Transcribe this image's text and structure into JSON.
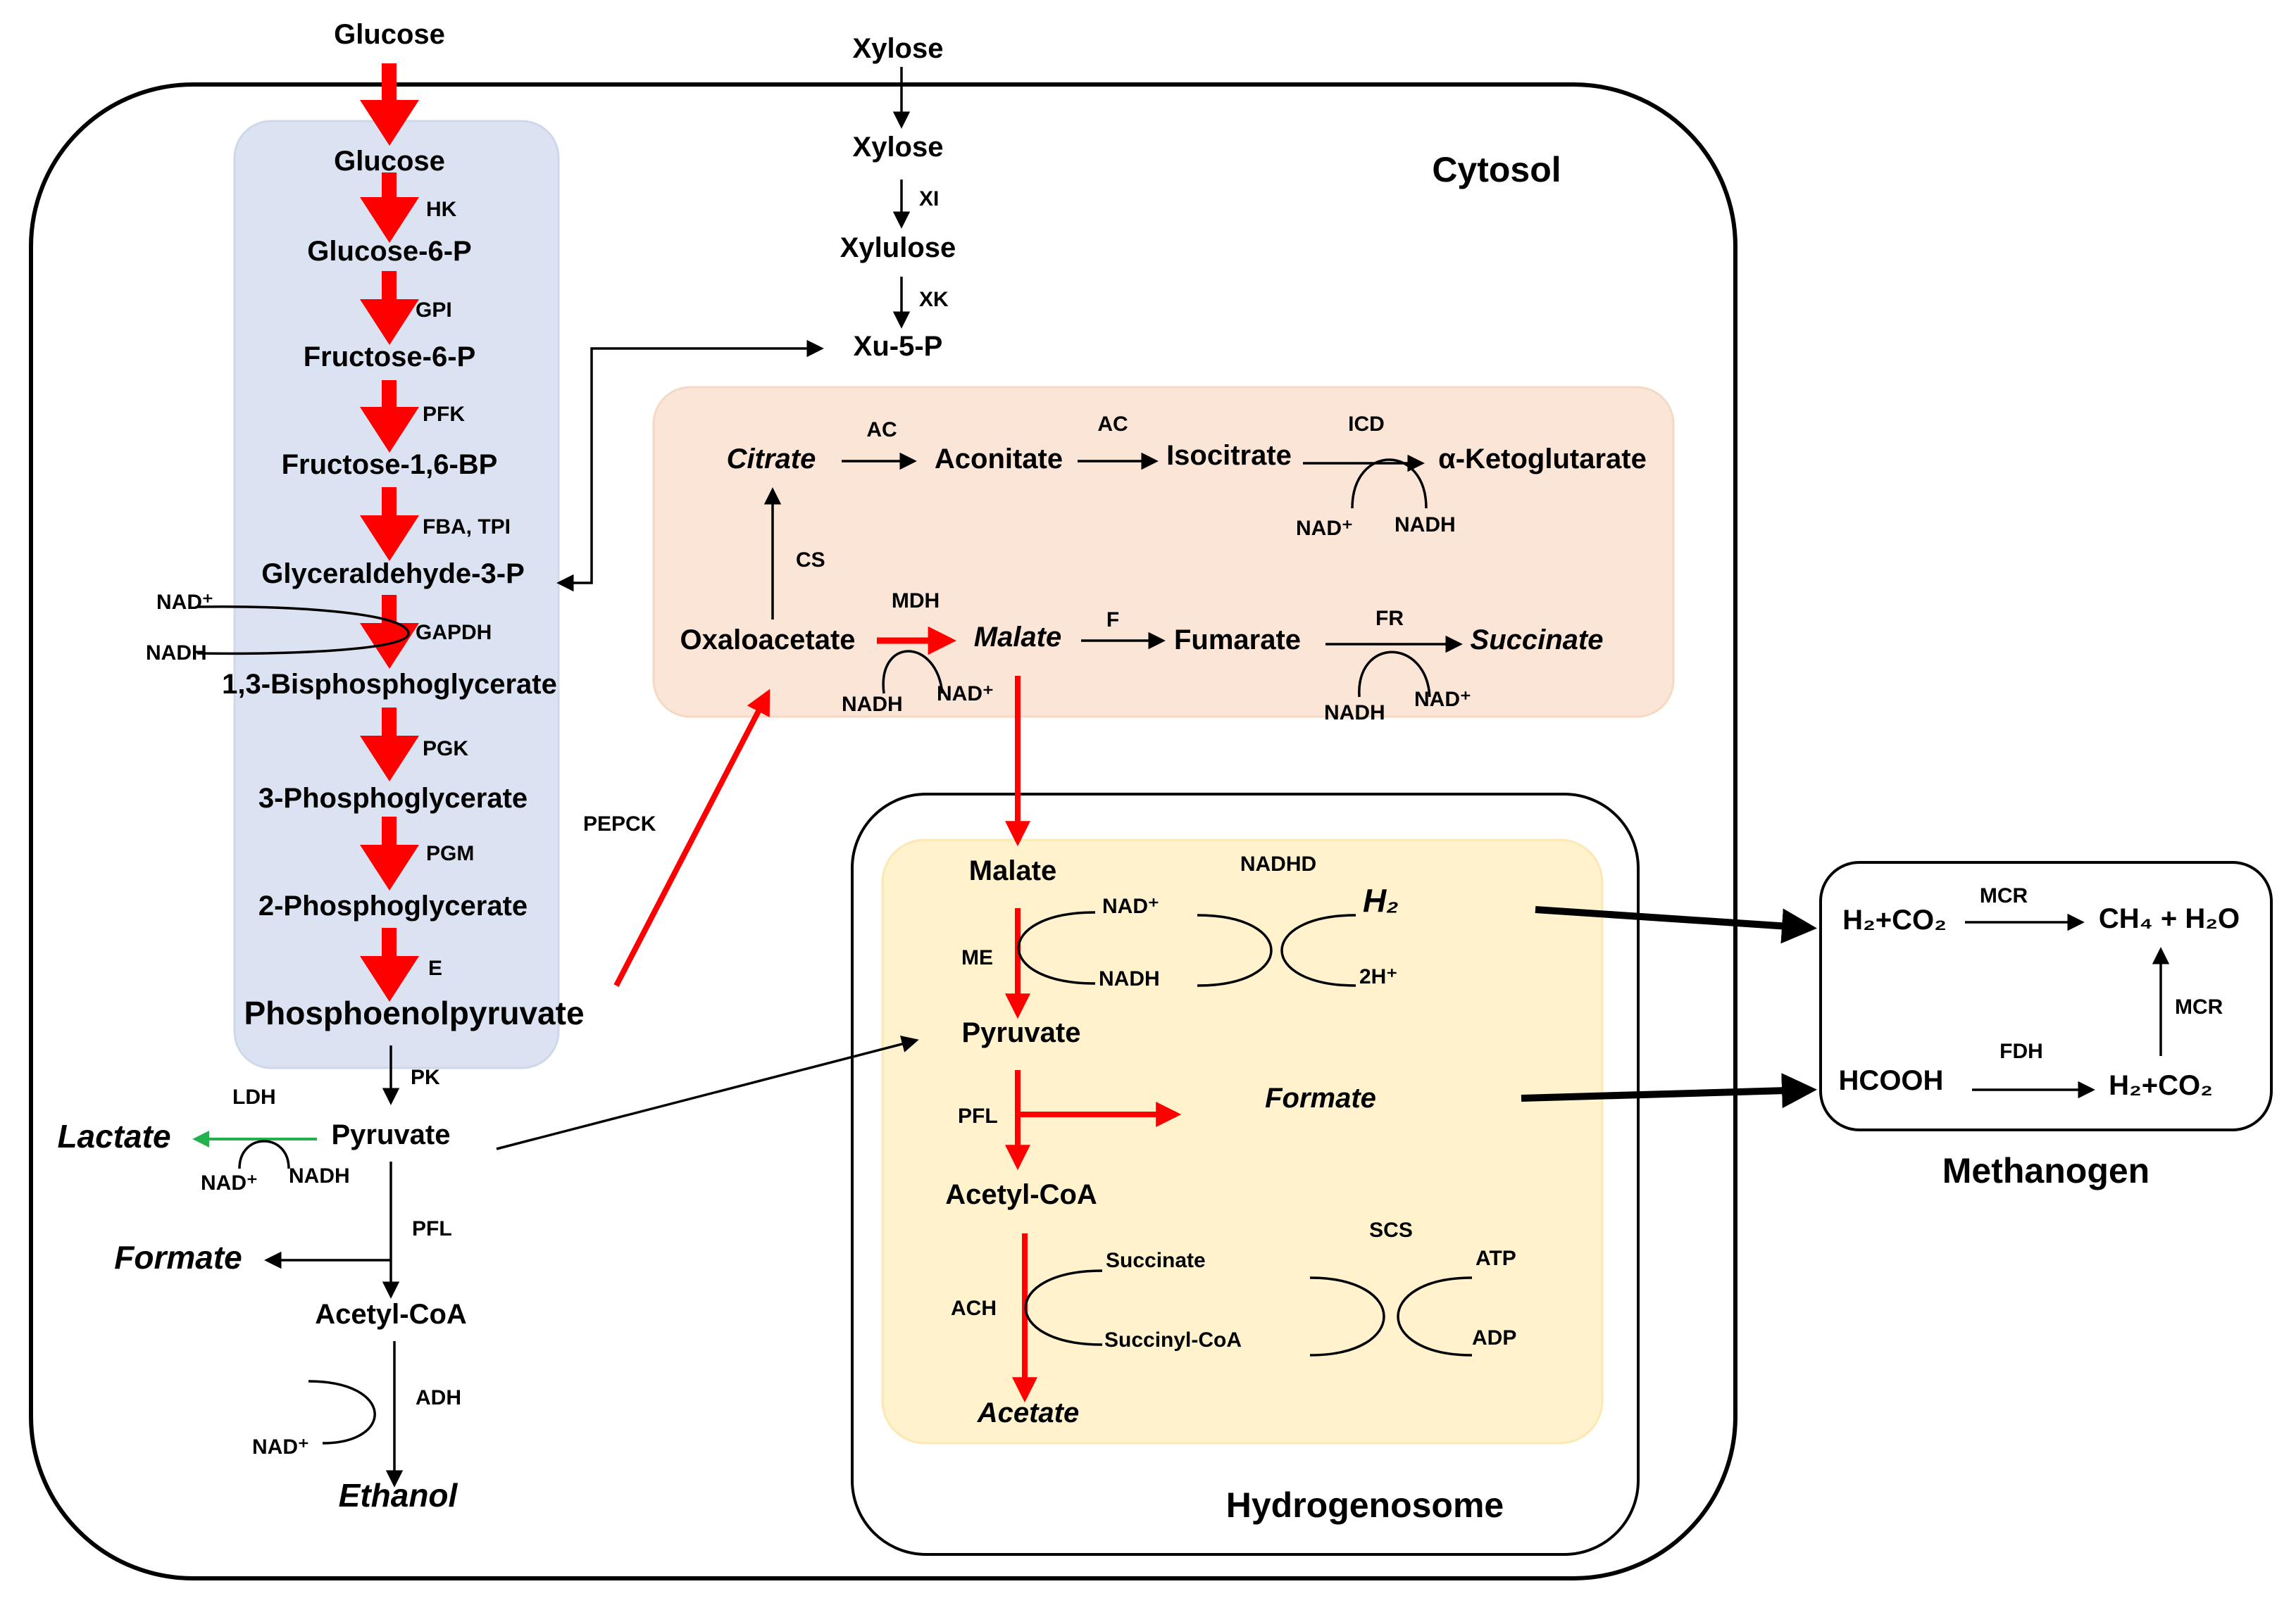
{
  "compartments": {
    "cytosol": "Cytosol",
    "hydrogenosome": "Hydrogenosome",
    "methanogen": "Methanogen"
  },
  "colors": {
    "red": "#ff0000",
    "green": "#22b14c",
    "glycolysis_fill": "#dbe3f2",
    "tca_fill": "#fbe5d6",
    "hydrogenosome_fill": "#fff2cc"
  },
  "glycolysis": {
    "glucose_ext": "Glucose",
    "glucose": "Glucose",
    "hk": "HK",
    "g6p": "Glucose-6-P",
    "gpi": "GPI",
    "f6p": "Fructose-6-P",
    "pfk": "PFK",
    "f16bp": "Fructose-1,6-BP",
    "fba_tpi": "FBA, TPI",
    "g3p": "Glyceraldehyde-3-P",
    "nad": "NAD⁺",
    "nadh": "NADH",
    "gapdh": "GAPDH",
    "bpg": "1,3-Bisphosphoglycerate",
    "pgk": "PGK",
    "pg3": "3-Phosphoglycerate",
    "pgm": "PGM",
    "pg2": "2-Phosphoglycerate",
    "e": "E",
    "pep": "Phosphoenolpyruvate",
    "pepck": "PEPCK"
  },
  "xylose": {
    "xylose_ext": "Xylose",
    "xylose": "Xylose",
    "xi": "XI",
    "xylulose": "Xylulose",
    "xk": "XK",
    "xu5p": "Xu-5-P"
  },
  "tca": {
    "citrate": "Citrate",
    "ac1": "AC",
    "aconitate": "Aconitate",
    "ac2": "AC",
    "isocitrate": "Isocitrate",
    "icd": "ICD",
    "akg": "α-Ketoglutarate",
    "nad_icd": "NAD⁺",
    "nadh_icd": "NADH",
    "cs": "CS",
    "oxaloacetate": "Oxaloacetate",
    "mdh": "MDH",
    "malate": "Malate",
    "nadh_mdh": "NADH",
    "nad_mdh": "NAD⁺",
    "f": "F",
    "fumarate": "Fumarate",
    "fr": "FR",
    "succinate": "Succinate",
    "nadh_fr": "NADH",
    "nad_fr": "NAD⁺"
  },
  "cyto_bottom": {
    "pk": "PK",
    "ldh": "LDH",
    "lactate": "Lactate",
    "pyruvate": "Pyruvate",
    "nad": "NAD⁺",
    "nadh": "NADH",
    "pfl": "PFL",
    "formate": "Formate",
    "acetylcoa": "Acetyl-CoA",
    "adh": "ADH",
    "nad_adh": "NAD⁺",
    "ethanol": "Ethanol"
  },
  "hydrogenosome": {
    "malate": "Malate",
    "nad": "NAD⁺",
    "nadhd": "NADHD",
    "h2": "H₂",
    "me": "ME",
    "nadh": "NADH",
    "h_plus": "2H⁺",
    "pyruvate": "Pyruvate",
    "pfl": "PFL",
    "formate": "Formate",
    "acetylcoa": "Acetyl-CoA",
    "scs": "SCS",
    "succinate": "Succinate",
    "atp": "ATP",
    "ach": "ACH",
    "succinylcoa": "Succinyl-CoA",
    "adp": "ADP",
    "acetate": "Acetate"
  },
  "methanogen": {
    "h2co2_a": "H₂+CO₂",
    "mcr_a": "MCR",
    "ch4": "CH₄ + H₂O",
    "mcr_b": "MCR",
    "hcooh": "HCOOH",
    "fdh": "FDH",
    "h2co2_b": "H₂+CO₂"
  }
}
